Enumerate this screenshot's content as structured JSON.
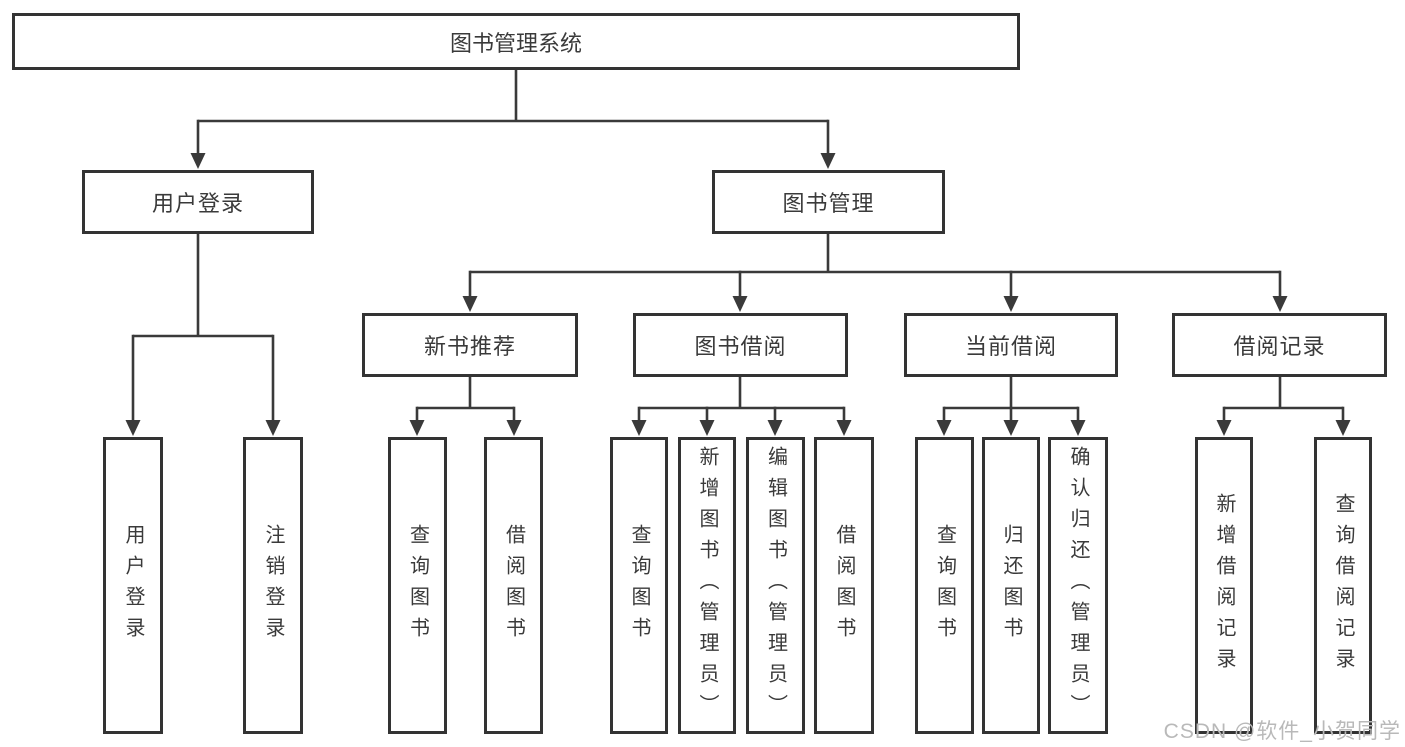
{
  "diagram": {
    "watermark": "CSDN @软件_小贺同学",
    "colors": {
      "line": "#3a3a3a",
      "box_border": "#333333",
      "text": "#3a3a3a",
      "watermark": "#b9b9b9",
      "background": "#ffffff"
    },
    "root": {
      "label": "图书管理系统"
    },
    "branches": [
      {
        "label": "用户登录",
        "children": [
          {
            "label": "用户登录"
          },
          {
            "label": "注销登录"
          }
        ]
      },
      {
        "label": "图书管理",
        "children": [
          {
            "label": "新书推荐",
            "children": [
              {
                "label": "查询图书"
              },
              {
                "label": "借阅图书"
              }
            ]
          },
          {
            "label": "图书借阅",
            "children": [
              {
                "label": "查询图书"
              },
              {
                "label": "新增图书（管理员）"
              },
              {
                "label": "编辑图书（管理员）"
              },
              {
                "label": "借阅图书"
              }
            ]
          },
          {
            "label": "当前借阅",
            "children": [
              {
                "label": "查询图书"
              },
              {
                "label": "归还图书"
              },
              {
                "label": "确认归还（管理员）"
              }
            ]
          },
          {
            "label": "借阅记录",
            "children": [
              {
                "label": "新增借阅记录"
              },
              {
                "label": "查询借阅记录"
              }
            ]
          }
        ]
      }
    ]
  }
}
